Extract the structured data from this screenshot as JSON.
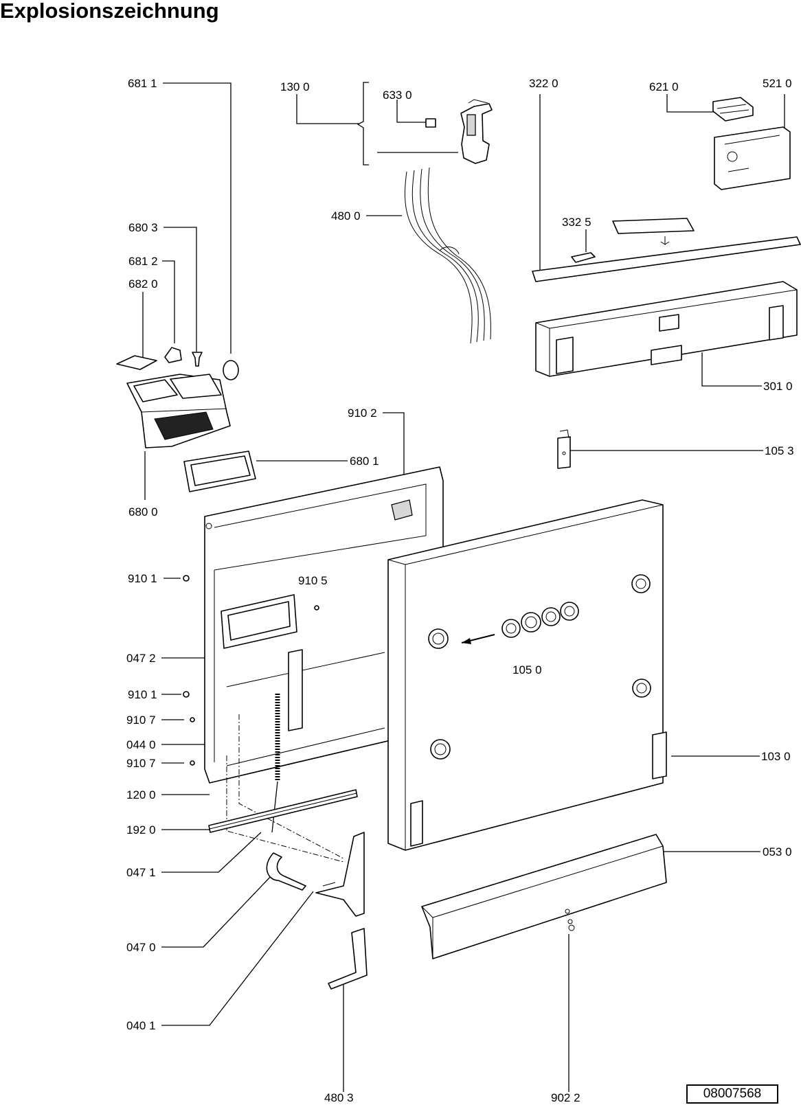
{
  "title": "Explosionszeichnung",
  "document_number": "08007568",
  "labels": {
    "l6811": "681 1",
    "l1300": "130 0",
    "l6330": "633 0",
    "l3220": "322  0",
    "l6210": "621 0",
    "l5210": "521 0",
    "l4800": "480 0",
    "l3325": "332 5",
    "l6803": "680 3",
    "l6812": "681 2",
    "l6820": "682 0",
    "l3010": "301 0",
    "l9102": "910 2",
    "l1053": "105 3",
    "l6801": "680 1",
    "l6800": "680 0",
    "l9101a": "910 1",
    "l9105": "910 5",
    "l0472": "047 2",
    "l1050": "105 0",
    "l9101b": "910 1",
    "l9107a": "910 7",
    "l0440": "044 0",
    "l9107b": "910 7",
    "l1030": "103 0",
    "l1200": "120 0",
    "l1920": "192 0",
    "l0530": "053 0",
    "l0471": "047 1",
    "l0470": "047 0",
    "l0401": "040 1",
    "l4803": "480 3",
    "l9022": "902 2"
  }
}
